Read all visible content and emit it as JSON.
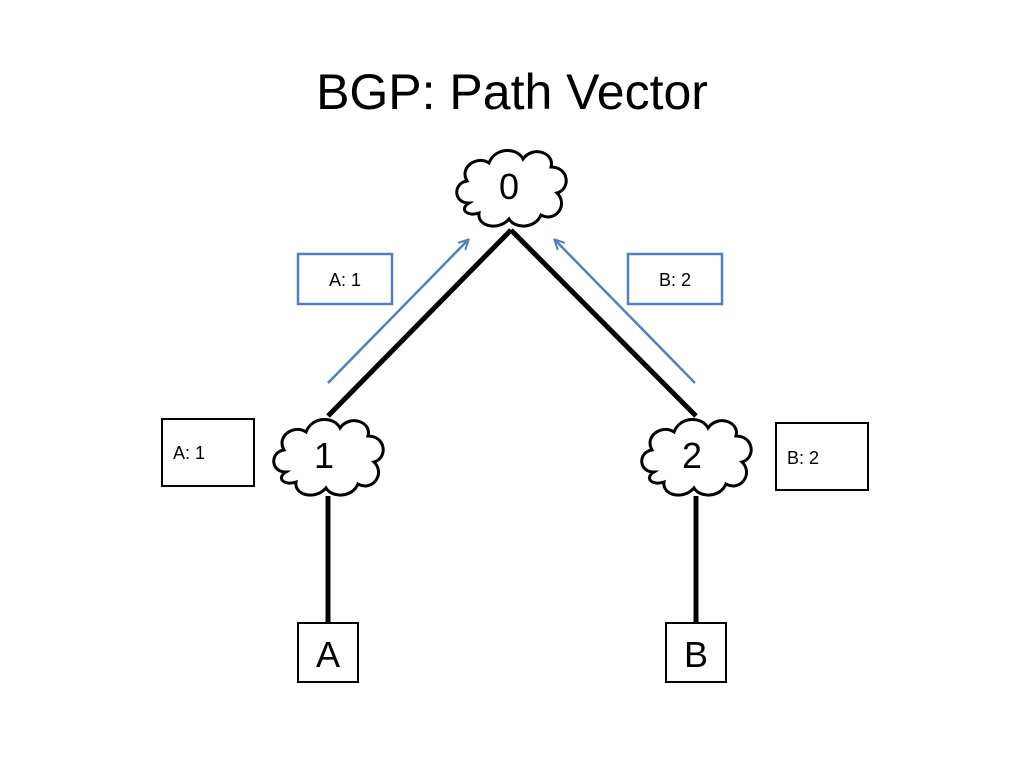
{
  "title": "BGP: Path Vector",
  "colors": {
    "link": "#000000",
    "advertisement": "#4F81BD",
    "background": "#FFFFFF"
  },
  "icons": {
    "as_node": "cloud-icon",
    "advertisement": "arrow-icon"
  },
  "nodes": {
    "as0": {
      "label": "0"
    },
    "as1": {
      "label": "1"
    },
    "as2": {
      "label": "2"
    }
  },
  "hosts": {
    "a": {
      "label": "A"
    },
    "b": {
      "label": "B"
    }
  },
  "routing_tables": {
    "as1": "A: 1",
    "as2": "B: 2"
  },
  "advertisements": {
    "from_as1": "A: 1",
    "from_as2": "B: 2"
  }
}
